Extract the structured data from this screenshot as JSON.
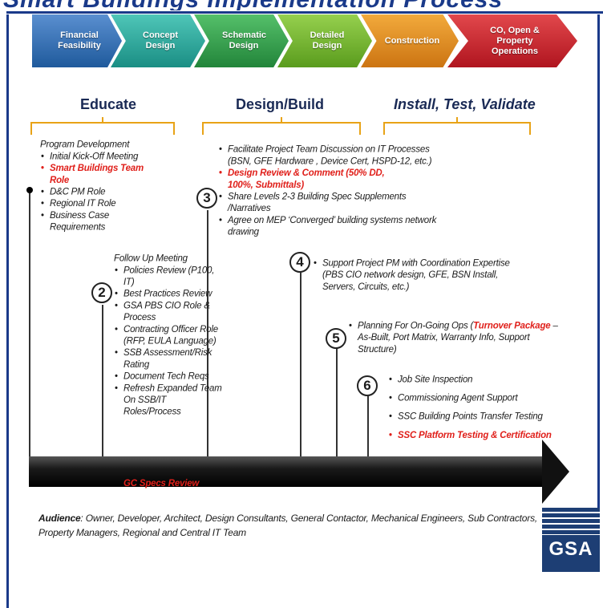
{
  "banner_text": "Smart Buildings Implementation Process",
  "phases": [
    {
      "label": "Financial Feasibility",
      "color": "#2f6fb0"
    },
    {
      "label": "Concept Design",
      "color": "#2aa79b"
    },
    {
      "label": "Schematic Design",
      "color": "#2e9e4a"
    },
    {
      "label": "Detailed Design",
      "color": "#6fb02a"
    },
    {
      "label": "Construction",
      "color": "#e08b1a"
    },
    {
      "label": "CO, Open & Property Operations",
      "color": "#c8202a"
    }
  ],
  "headers": {
    "educate": "Educate",
    "design_build": "Design/Build",
    "install": "Install, Test, Validate"
  },
  "steps": {
    "s1": {
      "title": "Program Development",
      "items": [
        "Initial  Kick-Off Meeting",
        "Smart Buildings Team Role",
        "D&C PM Role",
        "Regional IT Role",
        "Business Case Requirements"
      ]
    },
    "s2": {
      "number": "2",
      "title": "Follow Up Meeting",
      "items": [
        "Policies  Review (P100, IT)",
        "Best Practices  Review",
        "GSA PBS CIO Role & Process",
        "Contracting Officer Role (RFP, EULA Language)",
        "SSB Assessment/Risk Rating",
        "Document Tech Reqs",
        "Refresh Expanded Team On SSB/IT Roles/Process",
        "GC Specs Review"
      ]
    },
    "s3": {
      "number": "3",
      "items": [
        "Facilitate Project Team Discussion on IT Processes (BSN, GFE Hardware , Device Cert, HSPD-12, etc.)",
        "Design Review & Comment (50% DD, 100%, Submittals)",
        "Share Levels 2-3 Building Spec Supplements /Narratives",
        "Agree on MEP ‘Converged’ building systems network drawing"
      ]
    },
    "s4": {
      "number": "4",
      "items": [
        "Support Project PM with Coordination  Expertise (PBS CIO network design, GFE, BSN Install, Servers, Circuits, etc.)"
      ]
    },
    "s5": {
      "number": "5",
      "item_prefix": "Planning For On-Going Ops (",
      "item_highlight": "Turnover Package",
      "item_suffix": " – As-Built, Port Matrix, Warranty Info, Support Structure)"
    },
    "s6": {
      "number": "6",
      "items": [
        "Job Site Inspection",
        "Commissioning Agent Support",
        "SSC Building Points  Transfer Testing",
        "SSC Platform Testing & Certification"
      ]
    }
  },
  "audience": {
    "label": "Audience",
    "text": ":  Owner, Developer, Architect, Design Consultants, General Contactor, Mechanical Engineers, Sub Contractors, Property Managers, Regional and Central IT Team"
  },
  "logo_text": "GSA"
}
